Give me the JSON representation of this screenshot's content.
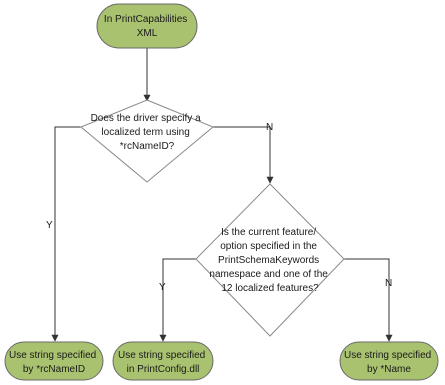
{
  "diagram": {
    "nodes": {
      "start": {
        "lines": [
          "In PrintCapabilities",
          "XML"
        ]
      },
      "decision1": {
        "lines": [
          "Does the driver specify a",
          "localized term using",
          "*rcNameID?"
        ]
      },
      "decision2": {
        "lines": [
          "Is the current feature/",
          "option specified in the",
          "PrintSchemaKeywords",
          "namespace and one of the",
          "12 localized features?"
        ]
      },
      "end_left": {
        "lines": [
          "Use string specified",
          "by *rcNameID"
        ]
      },
      "end_middle": {
        "lines": [
          "Use string specified",
          "in PrintConfig.dll"
        ]
      },
      "end_right": {
        "lines": [
          "Use string specified",
          "by *Name"
        ]
      }
    },
    "edge_labels": {
      "d1_yes": "Y",
      "d1_no": "N",
      "d2_yes": "Y",
      "d2_no": "N"
    }
  },
  "colors": {
    "terminal_fill": "#a9c26f",
    "decision_fill": "#ffffff",
    "stroke": "#333333"
  }
}
